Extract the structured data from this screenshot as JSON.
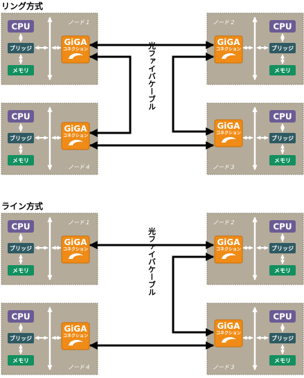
{
  "sections": [
    {
      "title": "リング方式",
      "fiber_label": "光ファイバケーブル",
      "nodes": [
        {
          "label": "ノード１",
          "cpu": "CPU",
          "bridge": "ブリッジ",
          "memory": "メモリ",
          "giga": "GiGA",
          "giga_sub": "コネクション"
        },
        {
          "label": "ノード２",
          "cpu": "CPU",
          "bridge": "ブリッジ",
          "memory": "メモリ",
          "giga": "GiGA",
          "giga_sub": "コネクション"
        },
        {
          "label": "ノード４",
          "cpu": "CPU",
          "bridge": "ブリッジ",
          "memory": "メモリ",
          "giga": "GiGA",
          "giga_sub": "コネクション"
        },
        {
          "label": "ノード３",
          "cpu": "CPU",
          "bridge": "ブリッジ",
          "memory": "メモリ",
          "giga": "GiGA",
          "giga_sub": "コネクション"
        }
      ]
    },
    {
      "title": "ライン方式",
      "fiber_label": "光ファイバケーブル",
      "nodes": [
        {
          "label": "ノード１",
          "cpu": "CPU",
          "bridge": "ブリッジ",
          "memory": "メモリ",
          "giga": "GiGA",
          "giga_sub": "コネクション"
        },
        {
          "label": "ノード２",
          "cpu": "CPU",
          "bridge": "ブリッジ",
          "memory": "メモリ",
          "giga": "GiGA",
          "giga_sub": "コネクション"
        },
        {
          "label": "ノード４",
          "cpu": "CPU",
          "bridge": "ブリッジ",
          "memory": "メモリ",
          "giga": "GiGA",
          "giga_sub": "コネクション"
        },
        {
          "label": "ノード３",
          "cpu": "CPU",
          "bridge": "ブリッジ",
          "memory": "メモリ",
          "giga": "GiGA",
          "giga_sub": "コネクション"
        }
      ]
    }
  ],
  "colors": {
    "node_bg": "#b4ab9a",
    "cpu": "#6b5b95",
    "bridge": "#2f5a63",
    "memory": "#12905f",
    "giga": "#ef8b16",
    "cable": "#000000",
    "bus": "#ffffff"
  }
}
